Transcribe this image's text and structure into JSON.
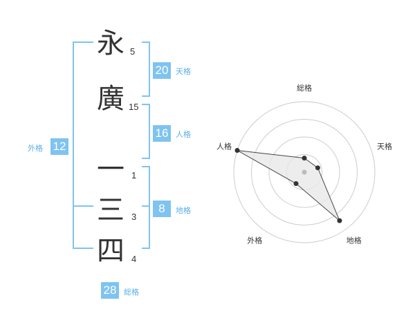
{
  "name": {
    "surname": [
      {
        "char": "永",
        "strokes": "5"
      },
      {
        "char": "廣",
        "strokes": "15"
      }
    ],
    "given": [
      {
        "char": "一",
        "strokes": "1"
      },
      {
        "char": "三",
        "strokes": "3"
      },
      {
        "char": "四",
        "strokes": "4"
      }
    ]
  },
  "kaku": {
    "ten": {
      "value": "20",
      "label": "天格"
    },
    "jin": {
      "value": "16",
      "label": "人格"
    },
    "chi": {
      "value": "8",
      "label": "地格"
    },
    "gai": {
      "value": "12",
      "label": "外格"
    },
    "sou": {
      "value": "28",
      "label": "総格"
    }
  },
  "radar": {
    "axes": [
      "総格",
      "天格",
      "地格",
      "外格",
      "人格"
    ],
    "values": [
      0.2,
      0.2,
      0.85,
      0.2,
      1.0
    ],
    "rings": 4,
    "colors": {
      "ring": "#cccccc",
      "fill": "#e8e8e8",
      "line": "#444444",
      "point": "#333333",
      "center": "#bbbbbb"
    }
  },
  "colors": {
    "accent": "#7fc3f0",
    "accent_text": "#5aaee8"
  }
}
